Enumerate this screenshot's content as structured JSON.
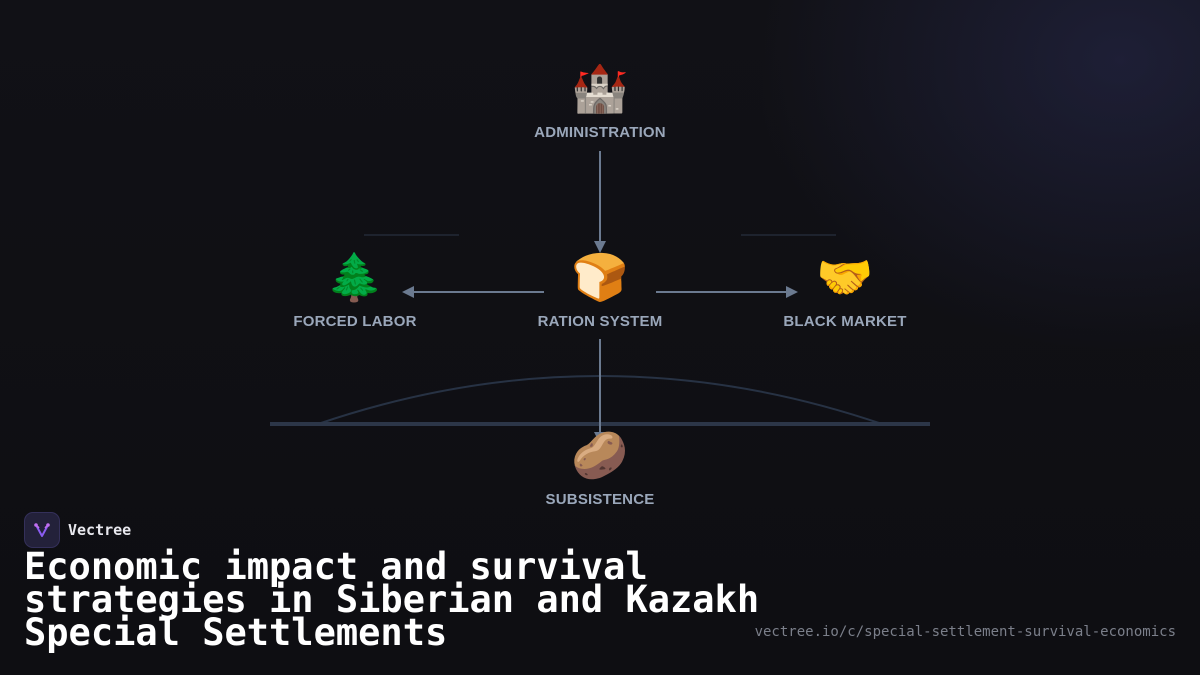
{
  "diagram": {
    "nodes": {
      "administration": {
        "icon": "castle-icon",
        "emoji": "🏰",
        "label": "ADMINISTRATION"
      },
      "ration_system": {
        "icon": "bread-icon",
        "emoji": "🍞",
        "label": "RATION SYSTEM"
      },
      "forced_labor": {
        "icon": "evergreen-tree-icon",
        "emoji": "🌲",
        "label": "FORCED LABOR"
      },
      "black_market": {
        "icon": "handshake-icon",
        "emoji": "🤝",
        "label": "BLACK MARKET"
      },
      "subsistence": {
        "icon": "potato-icon",
        "emoji": "🥔",
        "label": "SUBSISTENCE"
      }
    },
    "edges": [
      {
        "from": "ADMINISTRATION",
        "to": "RATION SYSTEM"
      },
      {
        "from": "RATION SYSTEM",
        "to": "FORCED LABOR"
      },
      {
        "from": "RATION SYSTEM",
        "to": "BLACK MARKET"
      },
      {
        "from": "RATION SYSTEM",
        "to": "SUBSISTENCE"
      }
    ],
    "colors": {
      "arrow": "#6b7a90",
      "label": "#9aa7ba",
      "ground_line": "#2c3648"
    }
  },
  "brand": {
    "name": "Vectree",
    "logo_icon": "vectree-logo-icon"
  },
  "title": "Economic impact and survival strategies in Siberian and Kazakh Special Settlements",
  "url": "vectree.io/c/special-settlement-survival-economics"
}
